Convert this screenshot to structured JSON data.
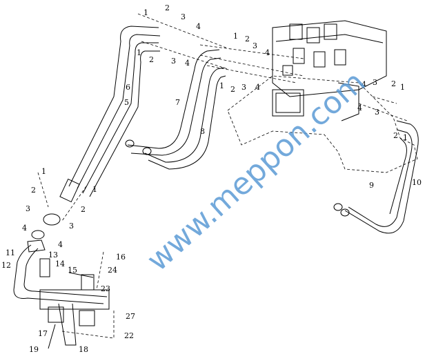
{
  "watermark": "www.meppon.com",
  "callouts": [
    "1",
    "2",
    "3",
    "4",
    "1",
    "2",
    "3",
    "4",
    "1",
    "2",
    "3",
    "4",
    "1",
    "2",
    "3",
    "4",
    "3",
    "2",
    "1",
    "4",
    "4",
    "3",
    "2",
    "1",
    "6",
    "5",
    "7",
    "8",
    "9",
    "10",
    "1",
    "2",
    "1",
    "2",
    "3",
    "3",
    "4",
    "4",
    "11",
    "12",
    "13",
    "14",
    "15",
    "16",
    "24",
    "23",
    "27",
    "22",
    "17",
    "18",
    "19"
  ]
}
